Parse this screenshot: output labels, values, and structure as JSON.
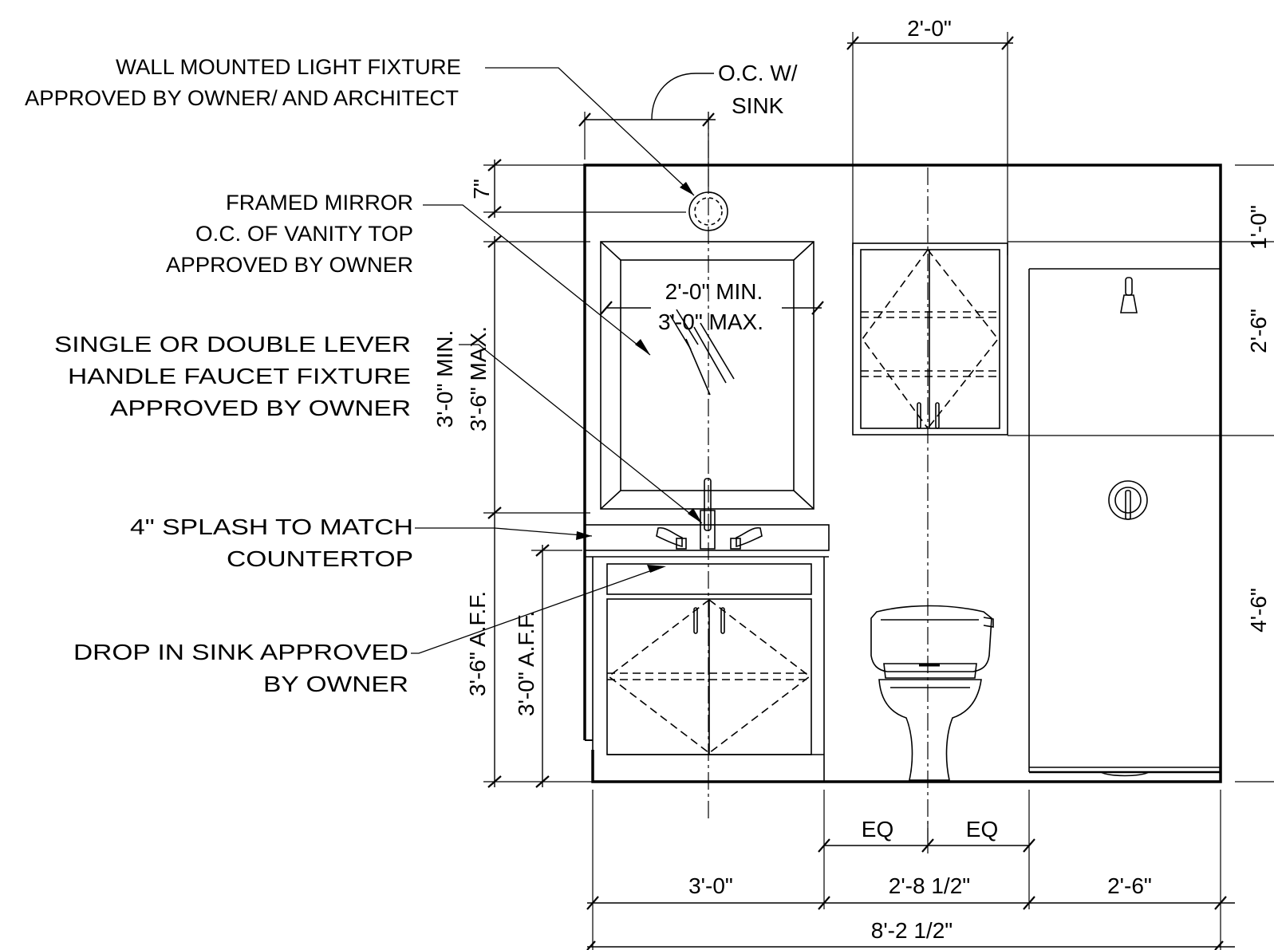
{
  "notes": {
    "light_line1": "WALL MOUNTED LIGHT FIXTURE",
    "light_line2": "APPROVED BY OWNER/ AND ARCHITECT",
    "oc_line1": "O.C. W/",
    "oc_line2": "SINK",
    "mirror_line1": "FRAMED MIRROR",
    "mirror_line2": "O.C. OF VANITY TOP",
    "mirror_line3": "APPROVED BY OWNER",
    "faucet_line1": "SINGLE OR DOUBLE LEVER",
    "faucet_line2": "HANDLE FAUCET FIXTURE",
    "faucet_line3": "APPROVED BY OWNER",
    "splash_line1": "4\" SPLASH TO MATCH",
    "splash_line2": "COUNTERTOP",
    "sink_line1": "DROP IN SINK APPROVED",
    "sink_line2": "BY OWNER"
  },
  "dimensions": {
    "cabinet_width": "2'-0\"",
    "light_offset": "7\"",
    "mirror_width_min": "2'-0\" MIN.",
    "mirror_width_max": "3'-0\" MAX.",
    "mirror_height_min": "3'-0\" MIN.",
    "mirror_height_max": "3'-6\" MAX.",
    "mirror_bottom_aff": "3'-6\" A.F.F.",
    "counter_aff": "3'-0\" A.F.F.",
    "right_top": "1'-0\"",
    "right_mid": "2'-6\"",
    "right_low": "4'-6\"",
    "eq_left": "EQ",
    "eq_right": "EQ",
    "seg_vanity": "3'-0\"",
    "seg_toilet": "2'-8 1/2\"",
    "seg_shower": "2'-6\"",
    "overall": "8'-2 1/2\""
  }
}
